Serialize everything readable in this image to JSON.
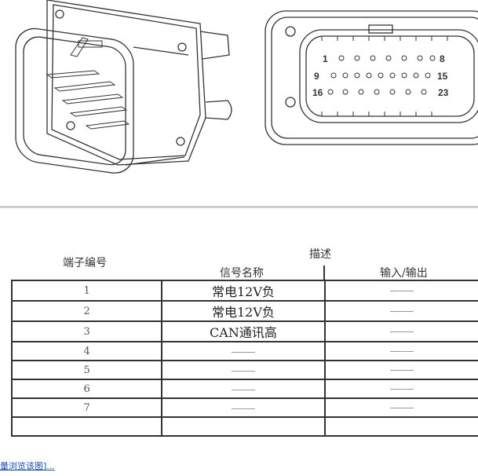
{
  "figure": {
    "pin_labels": [
      "1",
      "8",
      "9",
      "15",
      "16",
      "23"
    ]
  },
  "table": {
    "header_terminal": "端子编号",
    "header_description": "描述",
    "header_signal_name": "信号名称",
    "header_io": "输入/输出",
    "rows": [
      {
        "terminal": "1",
        "signal": "常电12V负",
        "io": ""
      },
      {
        "terminal": "2",
        "signal": "常电12V负",
        "io": ""
      },
      {
        "terminal": "3",
        "signal": "CAN通讯高",
        "io": ""
      },
      {
        "terminal": "4",
        "signal": "",
        "io": ""
      },
      {
        "terminal": "5",
        "signal": "",
        "io": ""
      },
      {
        "terminal": "6",
        "signal": "",
        "io": ""
      },
      {
        "terminal": "7",
        "signal": "",
        "io": ""
      },
      {
        "terminal": "",
        "signal": "",
        "io": ""
      }
    ]
  },
  "footer": {
    "link_text": "量浏览该图]..."
  }
}
